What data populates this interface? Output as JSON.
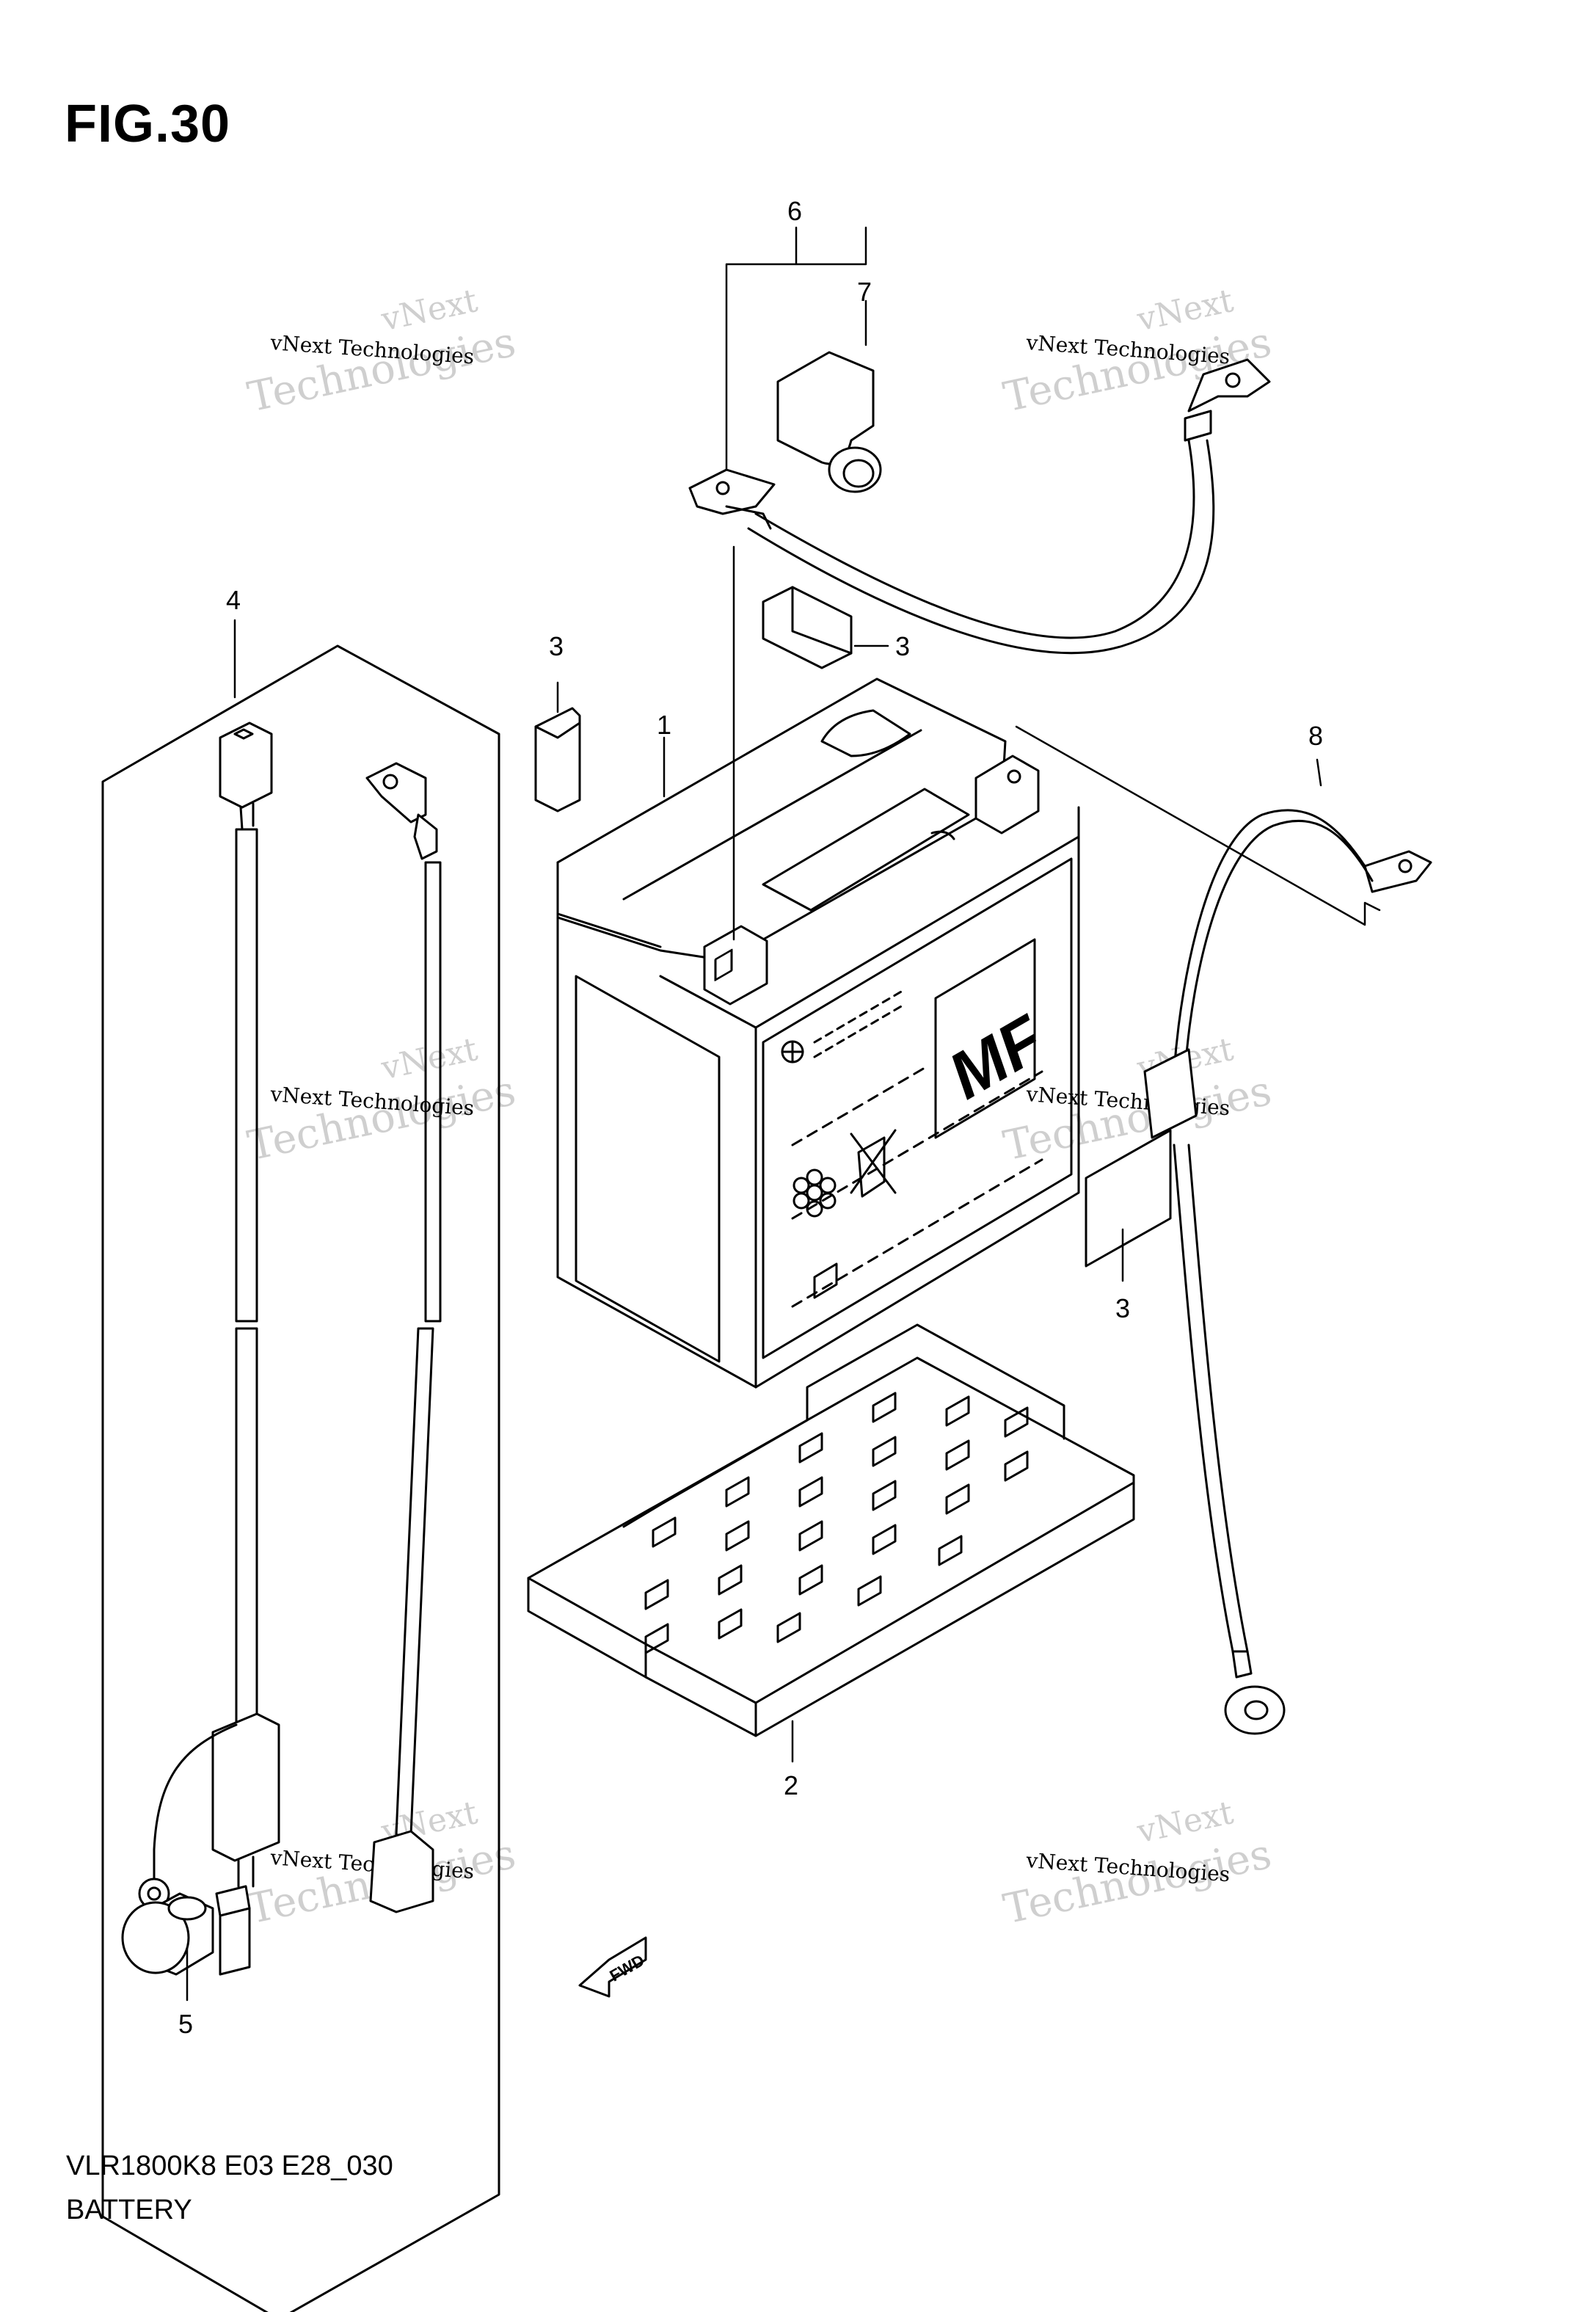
{
  "figure": {
    "title": "FIG.30",
    "model_code": "VLR1800K8 E03 E28_030",
    "section_name": "BATTERY"
  },
  "callouts": [
    {
      "id": "c1",
      "label": "1"
    },
    {
      "id": "c2",
      "label": "2"
    },
    {
      "id": "c3a",
      "label": "3"
    },
    {
      "id": "c3b",
      "label": "3"
    },
    {
      "id": "c3c",
      "label": "3"
    },
    {
      "id": "c4",
      "label": "4"
    },
    {
      "id": "c5",
      "label": "5"
    },
    {
      "id": "c6",
      "label": "6"
    },
    {
      "id": "c7",
      "label": "7"
    },
    {
      "id": "c8",
      "label": "8"
    }
  ],
  "fwd_marker": "FWD",
  "watermark": {
    "small": "vNext Technologies",
    "large_top": "vNext",
    "large_bottom": "Technologies"
  },
  "battery_badge": "MF"
}
